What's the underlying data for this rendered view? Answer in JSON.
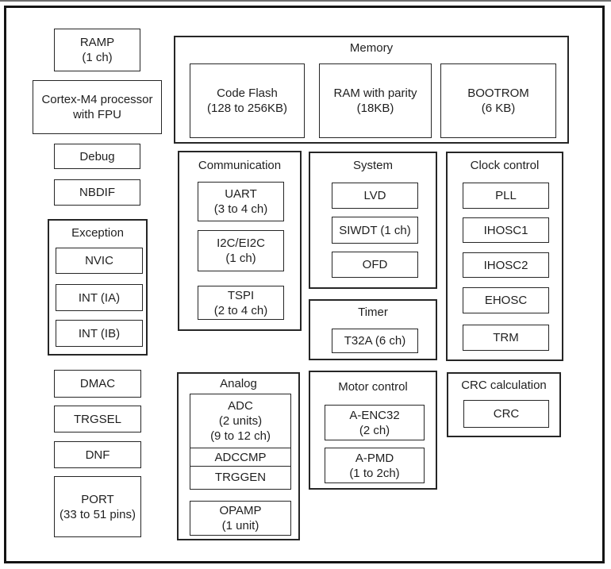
{
  "diagram": {
    "colors": {
      "border": "#262626",
      "text": "#1f1f1f",
      "background": "#ffffff",
      "frame": "#141414"
    },
    "standalone": {
      "ramp": [
        "RAMP",
        "(1 ch)"
      ],
      "cortex": [
        "Cortex-M4 processor",
        "with FPU"
      ],
      "debug": [
        "Debug"
      ],
      "nbdif": [
        "NBDIF"
      ],
      "dmac": [
        "DMAC"
      ],
      "trgsel": [
        "TRGSEL"
      ],
      "dnf": [
        "DNF"
      ],
      "port": [
        "PORT",
        "(33 to 51 pins)"
      ]
    },
    "groups": {
      "exception": {
        "title": "Exception",
        "items": {
          "nvic": [
            "NVIC"
          ],
          "int_ia": [
            "INT (IA)"
          ],
          "int_ib": [
            "INT (IB)"
          ]
        }
      },
      "memory": {
        "title": "Memory",
        "items": {
          "code_flash": [
            "Code Flash",
            "(128 to 256KB)"
          ],
          "ram": [
            "RAM with parity",
            "(18KB)"
          ],
          "bootrom": [
            "BOOTROM",
            "(6 KB)"
          ]
        }
      },
      "communication": {
        "title": "Communication",
        "items": {
          "uart": [
            "UART",
            "(3 to 4 ch)"
          ],
          "i2c": [
            "I2C/EI2C",
            "(1 ch)"
          ],
          "tspi": [
            "TSPI",
            "(2 to 4 ch)"
          ]
        }
      },
      "system": {
        "title": "System",
        "items": {
          "lvd": [
            "LVD"
          ],
          "siwdt": [
            "SIWDT (1 ch)"
          ],
          "ofd": [
            "OFD"
          ]
        }
      },
      "timer": {
        "title": "Timer",
        "items": {
          "t32a": [
            "T32A (6 ch)"
          ]
        }
      },
      "clock": {
        "title": "Clock control",
        "items": {
          "pll": [
            "PLL"
          ],
          "ihosc1": [
            "IHOSC1"
          ],
          "ihosc2": [
            "IHOSC2"
          ],
          "ehosc": [
            "EHOSC"
          ],
          "trm": [
            "TRM"
          ]
        }
      },
      "analog": {
        "title": "Analog",
        "items": {
          "adc": [
            "ADC",
            "(2 units)",
            "(9 to 12 ch)"
          ],
          "adccmp": [
            "ADCCMP"
          ],
          "trggen": [
            "TRGGEN"
          ],
          "opamp": [
            "OPAMP",
            "(1 unit)"
          ]
        }
      },
      "motor": {
        "title": "Motor control",
        "items": {
          "a_enc32": [
            "A-ENC32",
            "(2 ch)"
          ],
          "a_pmd": [
            "A-PMD",
            "(1 to 2ch)"
          ]
        }
      },
      "crc": {
        "title": "CRC calculation",
        "items": {
          "crc": [
            "CRC"
          ]
        }
      }
    }
  }
}
